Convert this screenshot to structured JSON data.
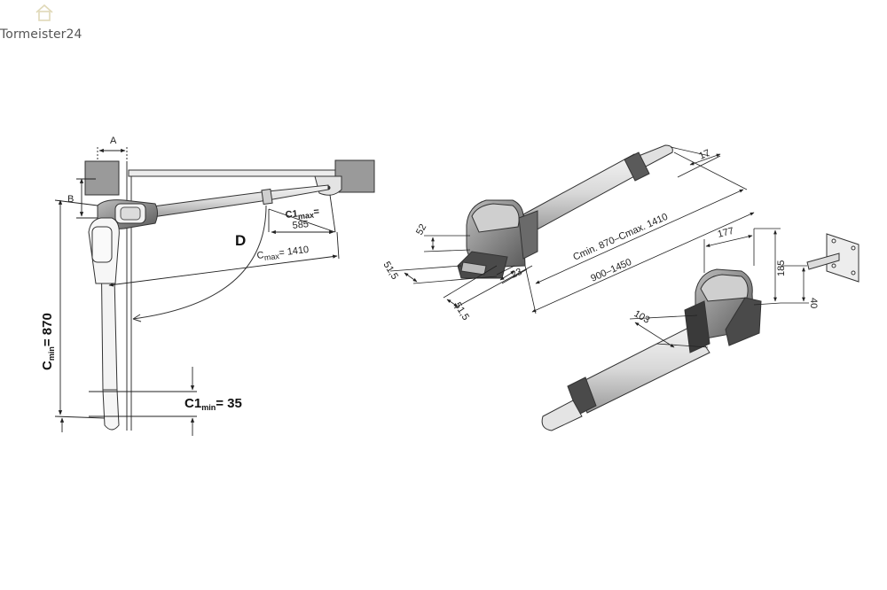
{
  "brand": {
    "name": "Tormeister24",
    "icon": "house-icon"
  },
  "left_view": {
    "label_a": "A",
    "label_b": "B",
    "label_d": "D",
    "c1max_main": "C1",
    "c1max_sub": "max",
    "c1max_eq": "=",
    "c1max_value": "585",
    "cmax_main": "C",
    "cmax_sub": "max",
    "cmax_value": "= 1410",
    "cmin_main": "C",
    "cmin_sub": "min",
    "cmin_value": "= 870",
    "c1min_main": "C1",
    "c1min_sub": "min",
    "c1min_value": "= 35"
  },
  "iso_view": {
    "dim_52": "52",
    "dim_515a": "51,5",
    "dim_515b": "51,5",
    "dim_23": "23",
    "dim_17": "17",
    "dim_stroke": "Cmin. 870–Cmax. 1410",
    "dim_range": "900–1450"
  },
  "bracket_view": {
    "dim_177": "177",
    "dim_185": "185",
    "dim_103": "103",
    "dim_40": "40"
  },
  "colors": {
    "line": "#333333",
    "housing": "#8a8a8a",
    "housing_dark": "#4a4a4a",
    "tube": "#e8e8e8"
  }
}
